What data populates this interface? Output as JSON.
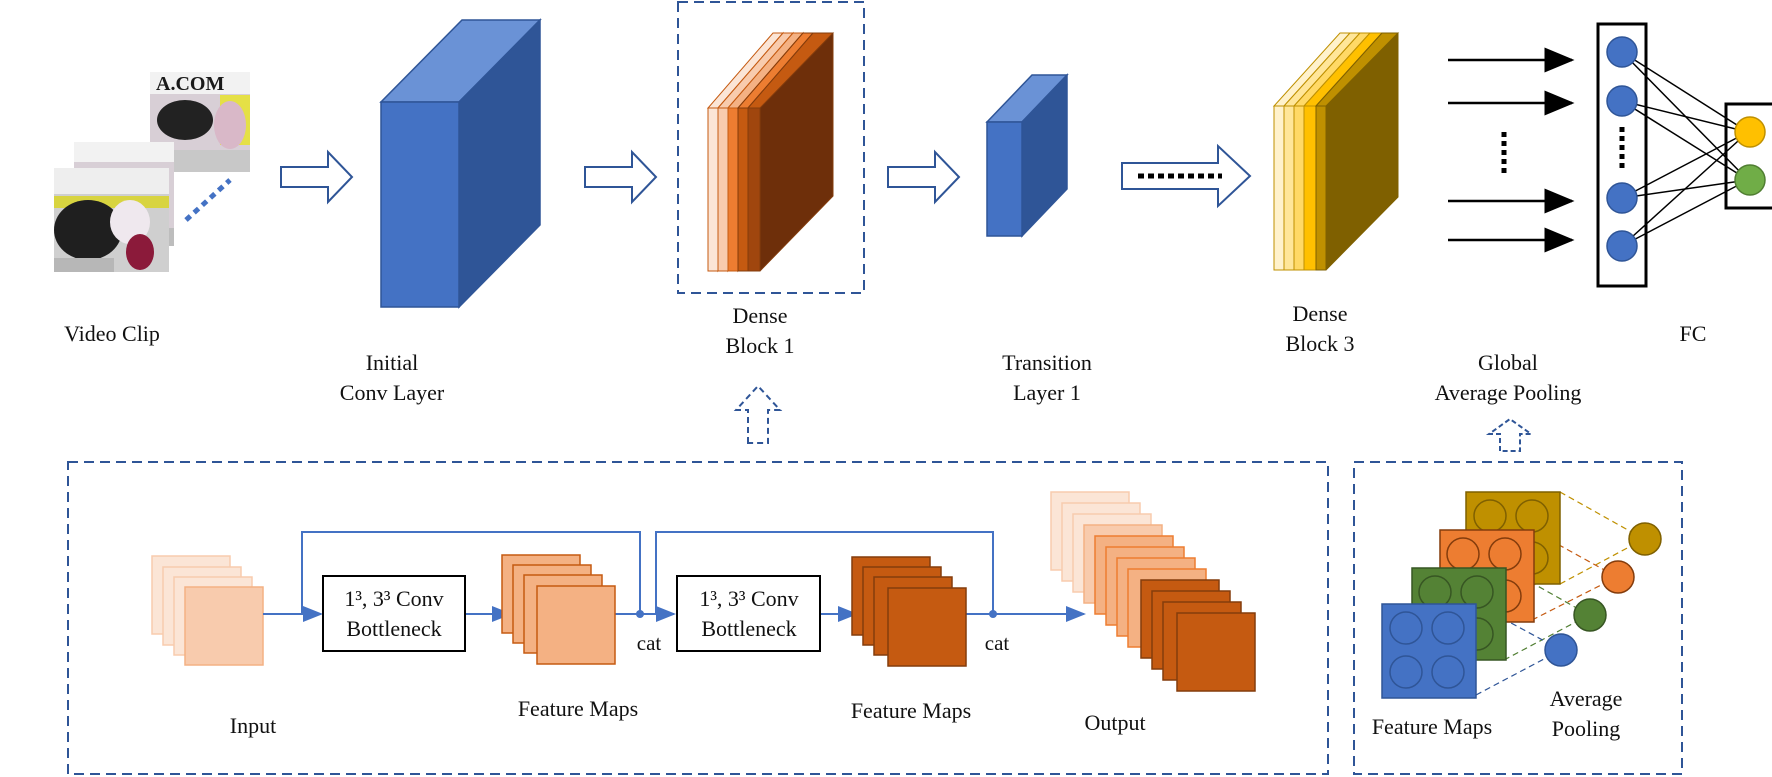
{
  "labels": {
    "video_clip": "Video Clip",
    "initial_conv": [
      "Initial",
      "Conv Layer"
    ],
    "dense_block_1": [
      "Dense",
      "Block 1"
    ],
    "transition_layer_1": [
      "Transition",
      "Layer 1"
    ],
    "dense_block_3": [
      "Dense",
      "Block 3"
    ],
    "global_avg_pooling": [
      "Global",
      "Average Pooling"
    ],
    "fc": "FC"
  },
  "dense_detail": {
    "input": "Input",
    "bottleneck_1": [
      "1³, 3³ Conv",
      "Bottleneck"
    ],
    "bottleneck_2": [
      "1³, 3³ Conv",
      "Bottleneck"
    ],
    "feature_maps_1": "Feature Maps",
    "feature_maps_2": "Feature Maps",
    "cat_1": "cat",
    "cat_2": "cat",
    "output": "Output"
  },
  "pooling_detail": {
    "feature_maps": "Feature Maps",
    "average_pooling": [
      "Average",
      "Pooling"
    ]
  },
  "video_frame_caption": "A.COM",
  "colors": {
    "conv_blue": "#4472c4",
    "dashed_blue": "#2f5597",
    "orange_light": "#f8cbad",
    "orange_mid": "#f4b183",
    "orange_dark": "#c55a11",
    "gold": "#ffc000",
    "gold_dark": "#bf9000",
    "green": "#70ad47",
    "node_blue": "#4472c4"
  }
}
